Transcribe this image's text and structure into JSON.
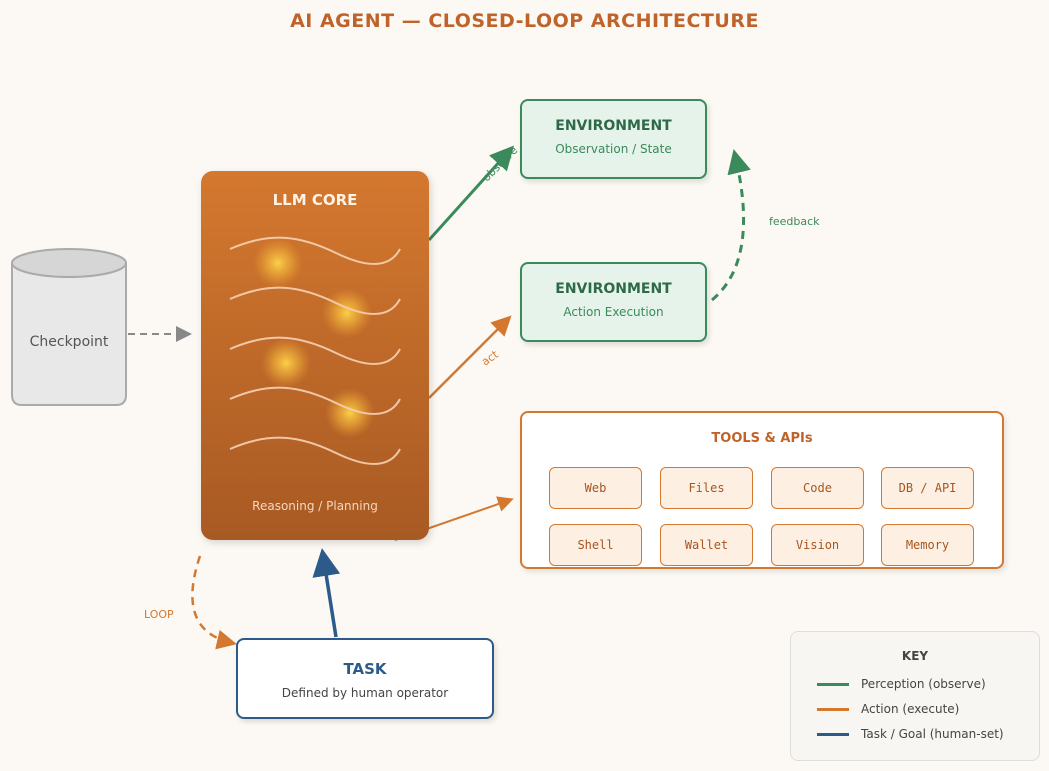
{
  "title": "AI AGENT — CLOSED-LOOP ARCHITECTURE",
  "colors": {
    "perception": "#3a8a5c",
    "action": "#d4782f",
    "task": "#2c5b8a",
    "checkpoint": "#888888"
  },
  "llm_core": {
    "title": "LLM CORE",
    "subtitle": "Reasoning / Planning"
  },
  "checkpoint": {
    "label": "Checkpoint"
  },
  "env_observation": {
    "title": "ENVIRONMENT",
    "subtitle": "Observation / State"
  },
  "env_action": {
    "title": "ENVIRONMENT",
    "subtitle": "Action Execution"
  },
  "edges": {
    "observe": "observe",
    "act": "act",
    "feedback": "feedback",
    "loop": "LOOP"
  },
  "tools": {
    "title": "TOOLS & APIs",
    "items": [
      "Web",
      "Files",
      "Code",
      "DB / API",
      "Shell",
      "Wallet",
      "Vision",
      "Memory"
    ]
  },
  "task": {
    "title": "TASK",
    "subtitle": "Defined by human operator"
  },
  "key": {
    "title": "KEY",
    "items": [
      {
        "label": "Perception (observe)",
        "color": "#3a8a5c"
      },
      {
        "label": "Action (execute)",
        "color": "#d4782f"
      },
      {
        "label": "Task / Goal (human-set)",
        "color": "#2c5b8a"
      }
    ]
  }
}
